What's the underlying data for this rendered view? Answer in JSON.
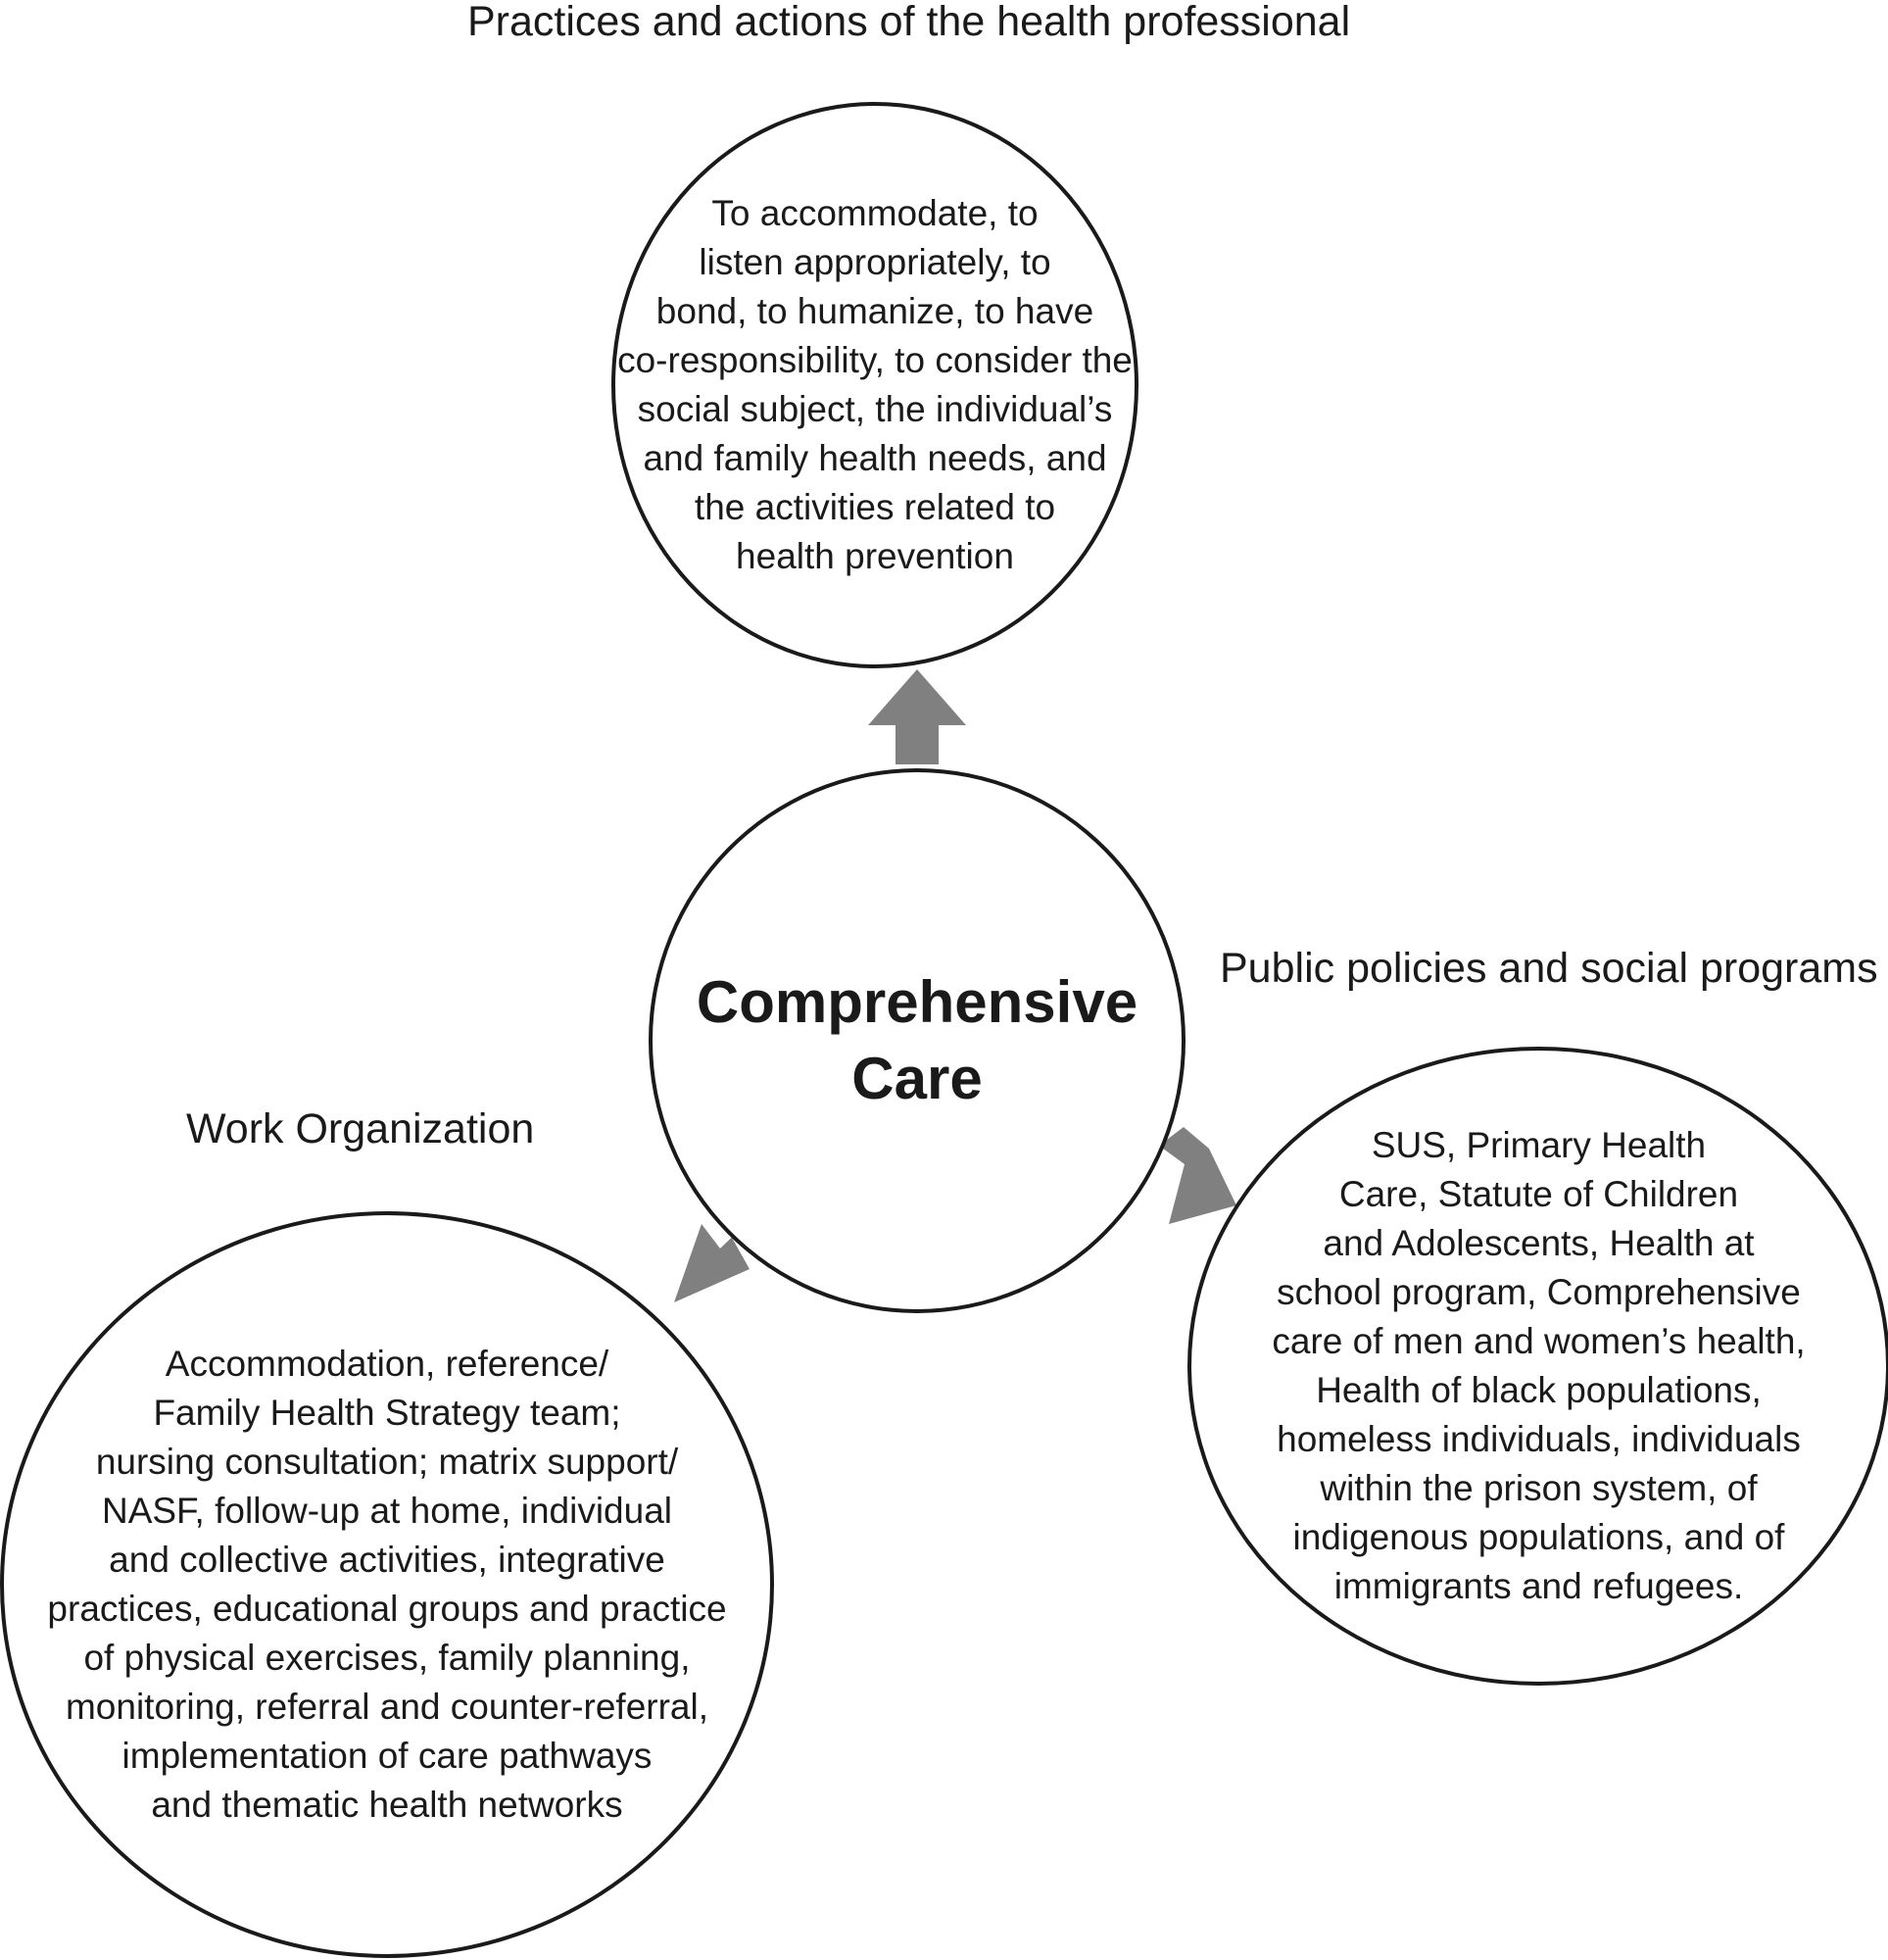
{
  "headings": {
    "top": "Practices and actions of the health professional",
    "right": "Public policies and social programs",
    "left": "Work Organization"
  },
  "center": {
    "title": "Comprehensive\nCare"
  },
  "circles": {
    "top": "To accommodate, to\nlisten appropriately, to\nbond, to humanize, to have\nco-responsibility, to consider the\nsocial subject, the individual’s\nand family health needs, and\nthe activities related to\nhealth prevention",
    "right": "SUS, Primary Health\nCare, Statute of Children\nand Adolescents, Health at\nschool program, Comprehensive\ncare of men and women’s health,\nHealth of black populations,\nhomeless individuals, individuals\nwithin the prison system, of\nindigenous populations, and of\nimmigrants and refugees.",
    "left": "Accommodation, reference/\nFamily Health Strategy team;\nnursing consultation; matrix support/\nNASF, follow-up at home, individual\nand collective activities, integrative\npractices, educational groups and practice\nof physical exercises, family planning,\nmonitoring, referral and counter-referral,\nimplementation of care pathways\nand thematic health networks"
  },
  "colors": {
    "arrow": "#808080",
    "outline": "#1a1a1a",
    "background": "#ffffff"
  }
}
